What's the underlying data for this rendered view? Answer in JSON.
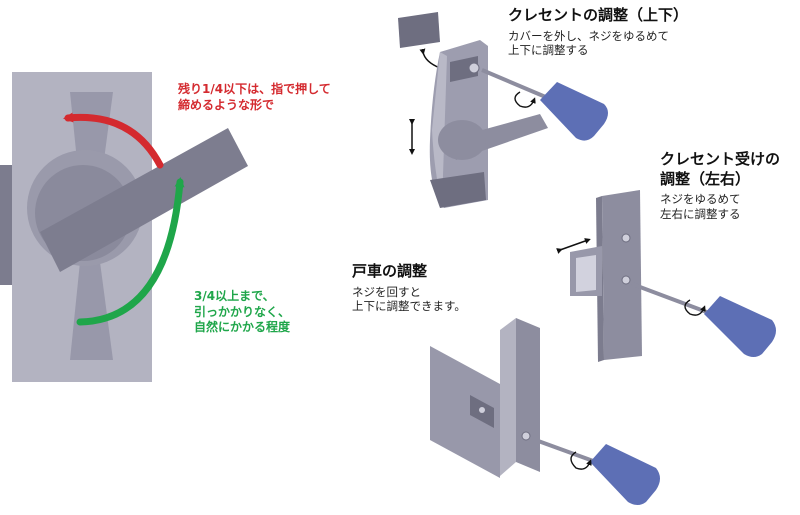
{
  "lock_hint": {
    "red_line1": "残り1/4以下は、指で押して",
    "red_line2": "締めるような形で",
    "green_line1": "3/4以上まで、",
    "green_line2": "引っかかりなく、",
    "green_line3": "自然にかかる程度"
  },
  "sections": {
    "crescent": {
      "title": "クレセントの調整（上下）",
      "line1": "カバーを外し、ネジをゆるめて",
      "line2": "上下に調整する"
    },
    "receiver": {
      "title_line1": "クレセント受けの",
      "title_line2": "調整（左右）",
      "line1": "ネジをゆるめて",
      "line2": "左右に調整する"
    },
    "roller": {
      "title": "戸車の調整",
      "line1": "ネジを回すと",
      "line2": "上下に調整できます。"
    }
  },
  "colors": {
    "frame": "#b3b3c1",
    "metal": "#8d8d9f",
    "metal_dark": "#6e6e80",
    "handle": "#5d6fb5",
    "arrow_red": "#d42a2f",
    "arrow_green": "#1fa64a"
  }
}
